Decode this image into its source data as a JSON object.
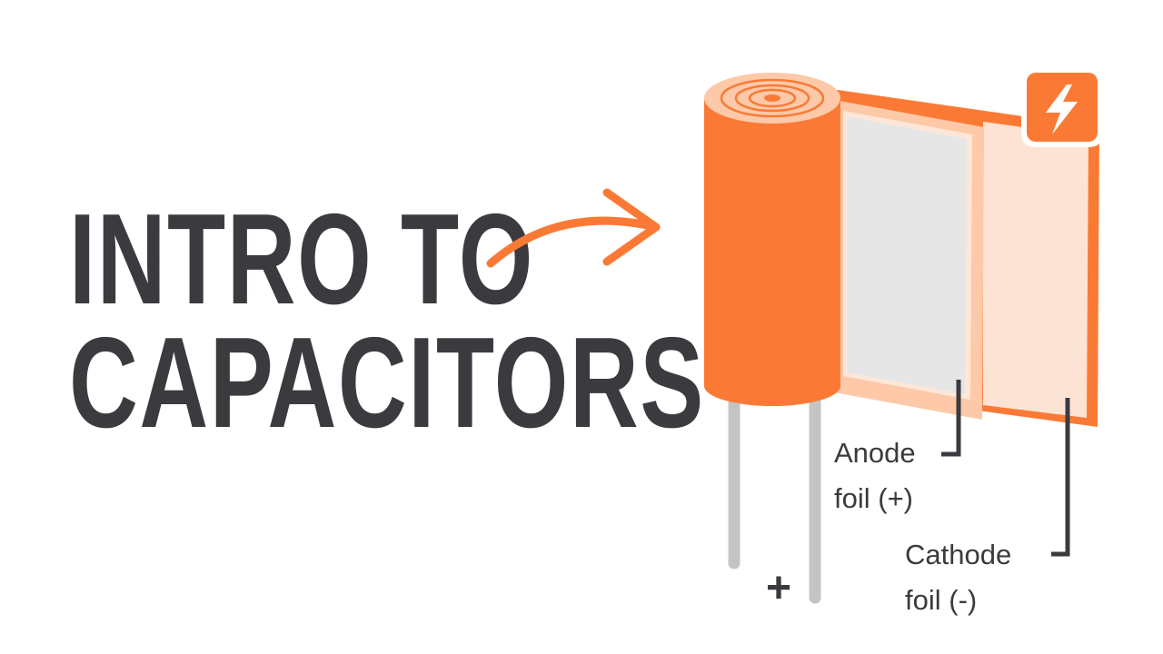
{
  "title": {
    "line1": "INTRO TO",
    "line2": "CAPACITORS"
  },
  "labels": {
    "anode_line1": "Anode",
    "anode_line2": "foil (+)",
    "cathode_line1": "Cathode",
    "cathode_line2": "foil (-)",
    "plus": "+"
  },
  "icons": [
    "arrow-icon",
    "lightning-bolt-icon"
  ],
  "colors": {
    "accent": "#fa7a35",
    "text": "#3b3b3f",
    "lead": "#c4c4c4",
    "foil_light": "#fdd9c6",
    "dielectric": "#e6e6e6"
  }
}
